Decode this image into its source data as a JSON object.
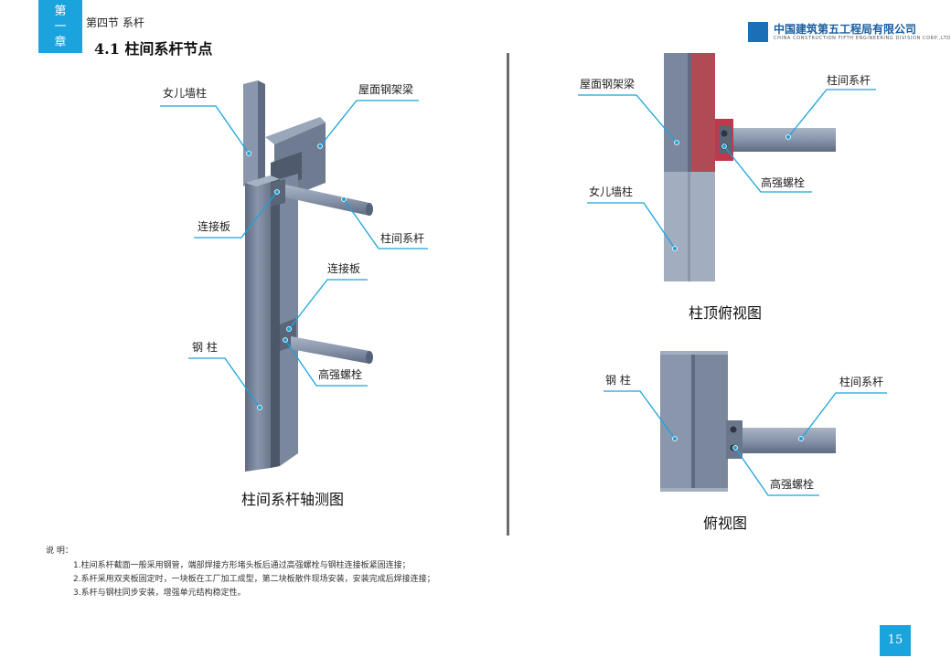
{
  "header": {
    "chapter": [
      "第",
      "一",
      "章"
    ],
    "section_label": "第四节  系杆",
    "heading": "4.1  柱间系杆节点",
    "logo_cn": "中国建筑第五工程局有限公司",
    "logo_en": "CHINA CONSTRUCTION FIFTH ENGINEERING DIVISION CORP.,LTD"
  },
  "axonometric": {
    "labels": {
      "parapet_column": "女儿墙柱",
      "roof_beam": "屋面钢架梁",
      "connection_plate_upper": "连接板",
      "tie_rod": "柱间系杆",
      "connection_plate_lower": "连接板",
      "steel_column": "钢  柱",
      "hs_bolt": "高强螺栓"
    },
    "caption": "柱间系杆轴测图"
  },
  "top_view_column": {
    "labels": {
      "roof_beam": "屋面钢架梁",
      "tie_rod": "柱间系杆",
      "hs_bolt": "高强螺栓",
      "parapet_column": "女儿墙柱"
    },
    "caption": "柱顶俯视图"
  },
  "plan_view": {
    "labels": {
      "steel_column": "钢  柱",
      "tie_rod": "柱间系杆",
      "hs_bolt": "高强螺栓"
    },
    "caption": "俯视图"
  },
  "notes": {
    "title": "说  明：",
    "items": [
      "1.柱间系杆截面一般采用钢管，端部焊接方形堵头板后通过高强螺栓与钢柱连接板紧固连接；",
      "2.系杆采用双夹板固定时，一块板在工厂加工成型，第二块板散件现场安装，安装完成后焊接连接；",
      "3.系杆与钢柱同步安装，增强单元结构稳定性。"
    ]
  },
  "page_number": "15",
  "colors": {
    "accent": "#1aa3dc",
    "steel": "#7d8aa0",
    "steel_dark": "#5f6b80",
    "steel_light": "#a2adbf",
    "beam_red": "#b04a55",
    "leader": "#1aa3dc"
  }
}
